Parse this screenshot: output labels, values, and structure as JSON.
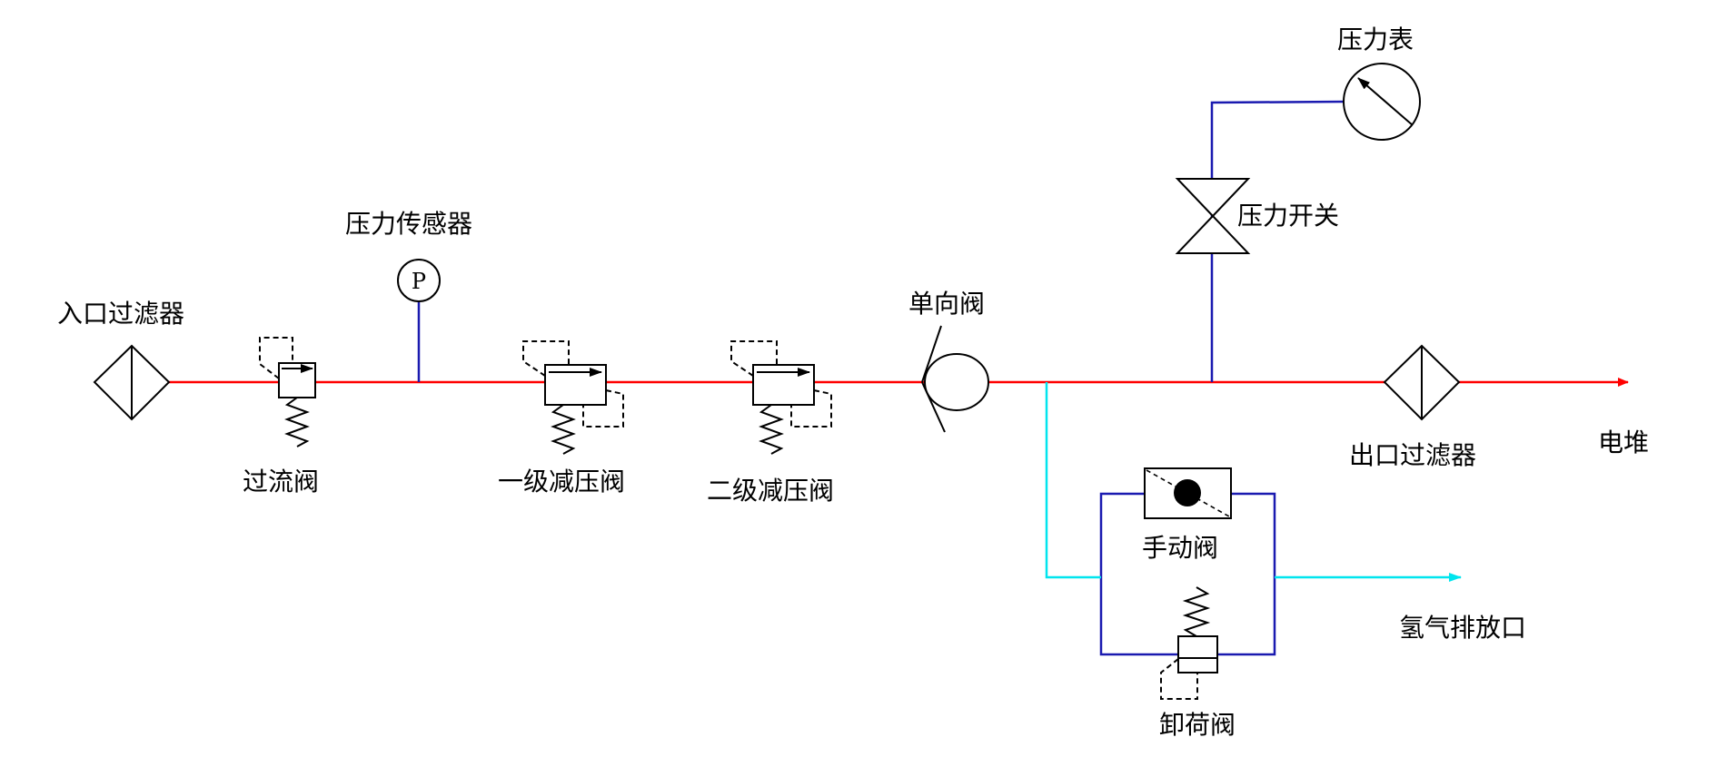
{
  "labels": {
    "inlet_filter": "入口过滤器",
    "pressure_sensor": "压力传感器",
    "pressure_sensor_symbol": "P",
    "overflow_valve": "过流阀",
    "primary_reducer": "一级减压阀",
    "secondary_reducer": "二级减压阀",
    "check_valve": "单向阀",
    "pressure_gauge": "压力表",
    "pressure_switch": "压力开关",
    "outlet_filter": "出口过滤器",
    "stack": "电堆",
    "manual_valve": "手动阀",
    "relief_valve": "卸荷阀",
    "vent": "氢气排放口"
  },
  "colors": {
    "main_line": "#ff0000",
    "signal_line": "#1a1ab0",
    "vent_line": "#00e5ee",
    "symbol_stroke": "#000000"
  }
}
